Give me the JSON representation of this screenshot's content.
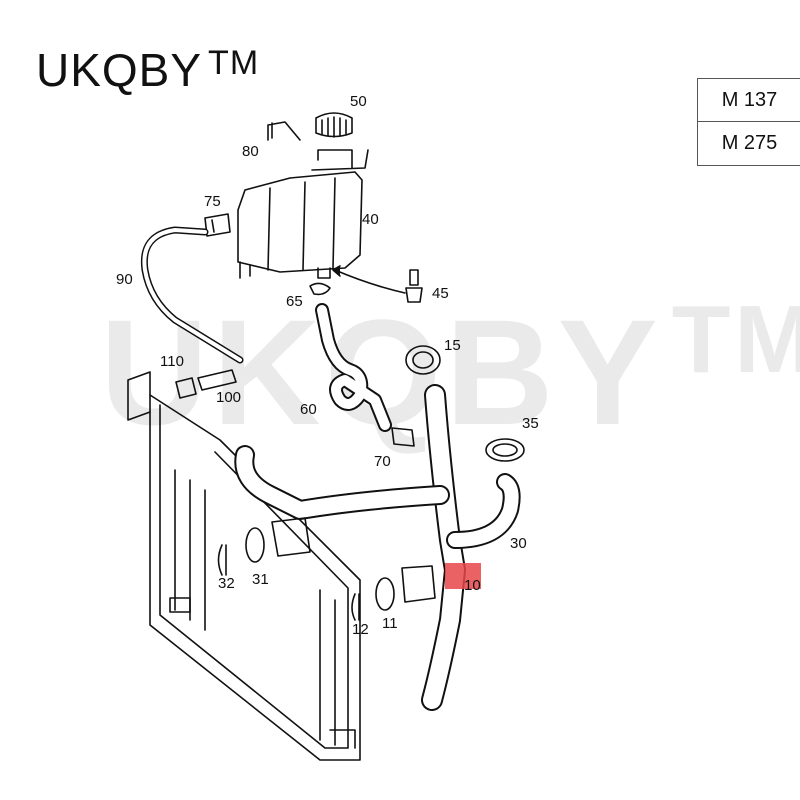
{
  "brand": {
    "name": "UKQBY",
    "tm": "TM"
  },
  "watermark": {
    "name": "UKQBY",
    "tm": "TM"
  },
  "models": [
    "M 137",
    "M 275"
  ],
  "callouts": {
    "n50": "50",
    "n80": "80",
    "n75": "75",
    "n40": "40",
    "n90": "90",
    "n65": "65",
    "n45": "45",
    "n15": "15",
    "n110": "110",
    "n100": "100",
    "n60": "60",
    "n35": "35",
    "n70": "70",
    "n30": "30",
    "n32": "32",
    "n31": "31",
    "n10": "10",
    "n12": "12",
    "n11": "11"
  },
  "colors": {
    "line": "#111111",
    "highlight": "#e8474a",
    "watermark": "#d9d9d9"
  }
}
